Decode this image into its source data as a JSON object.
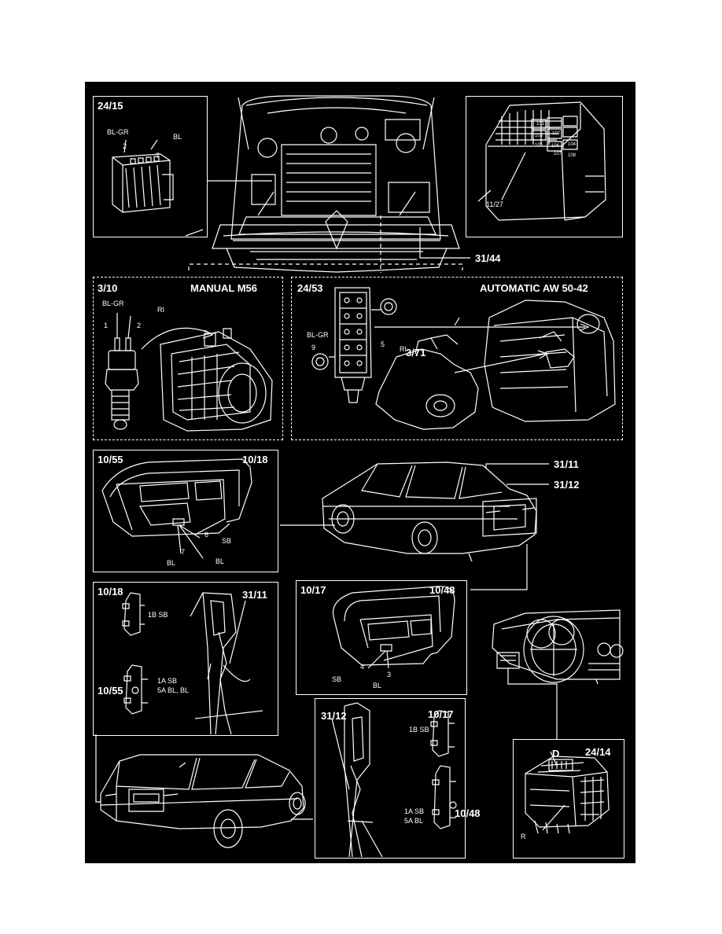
{
  "panels": {
    "p1": {
      "id": "24/15",
      "wire1": "BL-GR",
      "wire2": "BL",
      "pin1": "2",
      "pin2": "7"
    },
    "p2": {
      "id": "11/27",
      "fuses": [
        "101",
        "102",
        "103",
        "104",
        "105",
        "106",
        "107",
        "108"
      ]
    },
    "engine": {
      "leader": "31/44"
    },
    "manual": {
      "id": "3/10",
      "title": "MANUAL M56",
      "wire1": "BL-GR",
      "wire2": "RI",
      "pin1": "1",
      "pin2": "2"
    },
    "auto": {
      "id": "24/53",
      "title": "AUTOMATIC AW 50-42",
      "wire1": "BL-GR",
      "wire2": "RI",
      "pin1": "9",
      "pin2": "5",
      "sensor": "3/71"
    },
    "lamp1": {
      "id_left": "10/55",
      "id_right": "10/18",
      "pin1": "6",
      "pin2": "7",
      "wire_sb": "SB",
      "wire_bl1": "BL",
      "wire_bl2": "BL"
    },
    "sedan": {
      "leader1": "31/11",
      "leader2": "31/12"
    },
    "lamp2": {
      "id_left": "10/17",
      "id_right": "10/48",
      "pin1": "4",
      "pin2": "3",
      "wire_sb": "SB",
      "wire_bl": "BL"
    },
    "pillar1": {
      "id_top": "10/18",
      "id_bottom": "10/55",
      "id_right": "31/11",
      "wire_top": "1B SB",
      "wire_b1": "1A SB",
      "wire_b2": "5A BL, BL"
    },
    "pillar2": {
      "id_left": "31/12",
      "id_right": "10/17",
      "id_mid": "10/48",
      "wire_top": "1B SB",
      "wire_b1": "1A SB",
      "wire_b2": "5A BL"
    },
    "relay": {
      "id": "24/14",
      "letter_d": "D",
      "letter_r": "R"
    }
  }
}
